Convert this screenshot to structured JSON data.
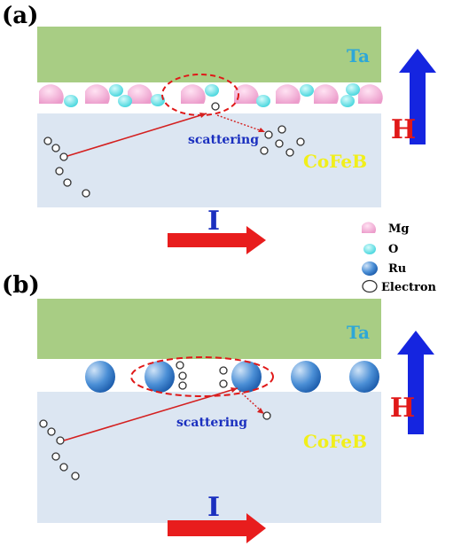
{
  "colors": {
    "ta_layer": "#a8cd84",
    "cofeb_layer": "#dce6f2",
    "mg": "#f3b0d6",
    "o": "#7fe6e9",
    "ru": "#3d84d0",
    "electron_stroke": "#333333",
    "current_arrow": "#e81d1d",
    "field_arrow": "#1525e0",
    "h_label": "#e01818",
    "i_label": "#1a2fbf",
    "ta_label": "#2da7d8",
    "cofeb_label": "#f1ef1a",
    "scatter_label": "#1a2fbf",
    "path_line": "#d42020"
  },
  "panels": [
    {
      "id": "a",
      "label": "(a)",
      "ta_label": "Ta",
      "cofeb_label": "CoFeB",
      "scattering_label": "scattering",
      "h_label": "H",
      "i_label": "I",
      "interface": "MgO"
    },
    {
      "id": "b",
      "label": "(b)",
      "ta_label": "Ta",
      "cofeb_label": "CoFeB",
      "scattering_label": "scattering",
      "h_label": "H",
      "i_label": "I",
      "interface": "Ru"
    }
  ],
  "legend": [
    {
      "name": "Mg",
      "icon": "mg-atom-icon"
    },
    {
      "name": "O",
      "icon": "o-atom-icon"
    },
    {
      "name": "Ru",
      "icon": "ru-atom-icon"
    },
    {
      "name": "Electron",
      "icon": "electron-icon"
    }
  ]
}
